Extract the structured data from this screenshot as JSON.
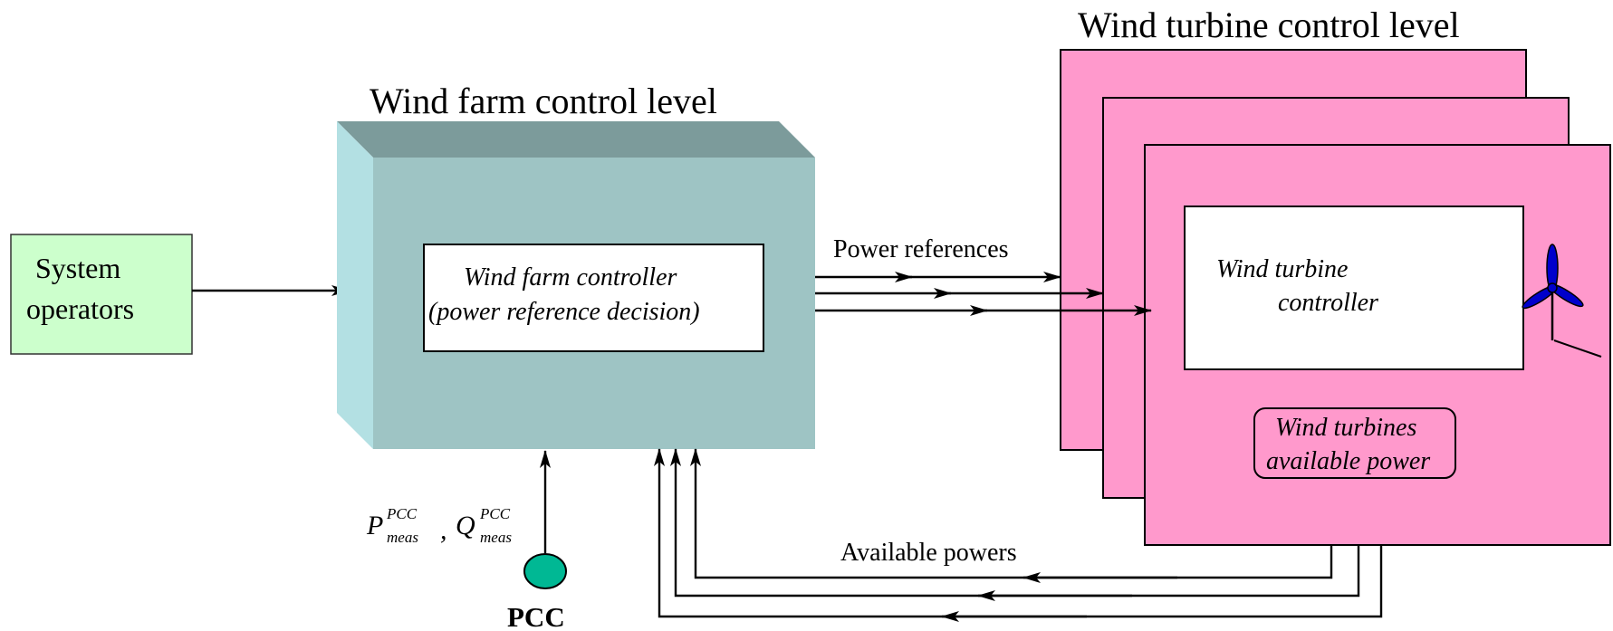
{
  "labels": {
    "wind_farm_level": "Wind farm control level",
    "wind_turbine_level": "Wind turbine control level",
    "system_operators_line1": "System",
    "system_operators_line2": "operators",
    "wf_controller_line1": "Wind farm controller",
    "wf_controller_line2": "(power reference decision)",
    "wt_controller_line1": "Wind turbine",
    "wt_controller_line2": "controller",
    "wt_available_line1": "Wind turbines",
    "wt_available_line2": "available power",
    "power_references": "Power references",
    "available_powers": "Available powers",
    "pcc": "PCC",
    "p_symbol": "P",
    "q_symbol": "Q",
    "comma": ",",
    "sup_pcc": "PCC",
    "sub_meas": "meas"
  },
  "colors": {
    "system_operators_fill": "#ccffcc",
    "farm_front": "#9ec4c4",
    "farm_top": "#7c9b9b",
    "farm_side": "#b3e0e3",
    "turbine_panel": "#ff99cc",
    "pcc_node": "#00b894",
    "turbine_icon": "#0000cc"
  },
  "icons": {
    "turbine": "wind-turbine-icon",
    "pcc_node": "pcc-node-icon"
  }
}
